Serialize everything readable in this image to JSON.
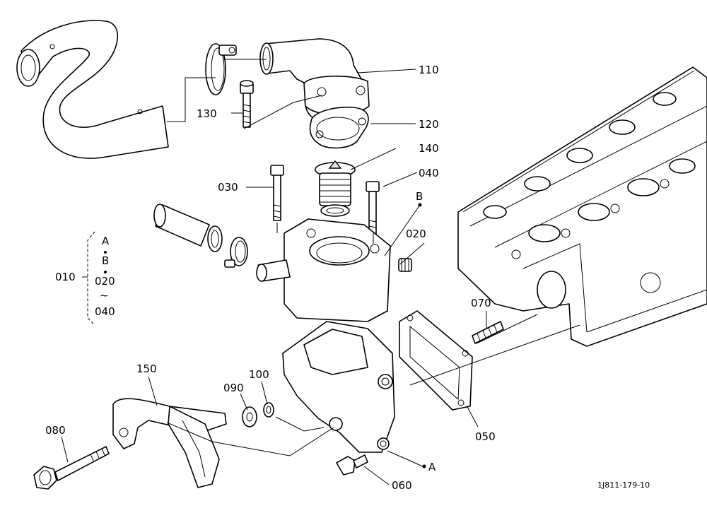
{
  "callouts": {
    "p110": "110",
    "p120": "120",
    "p130": "130",
    "p140": "140",
    "p030": "030",
    "p040": "040",
    "p020": "020",
    "p070": "070",
    "p050": "050",
    "p150": "150",
    "p100": "100",
    "p090": "090",
    "p080": "080",
    "p060": "060",
    "refB": "B",
    "refA": "A"
  },
  "assembly_group": {
    "number": "010",
    "items": [
      "A",
      "B",
      "020",
      "~",
      "040"
    ]
  },
  "drawing_code": "1J811-179-10"
}
